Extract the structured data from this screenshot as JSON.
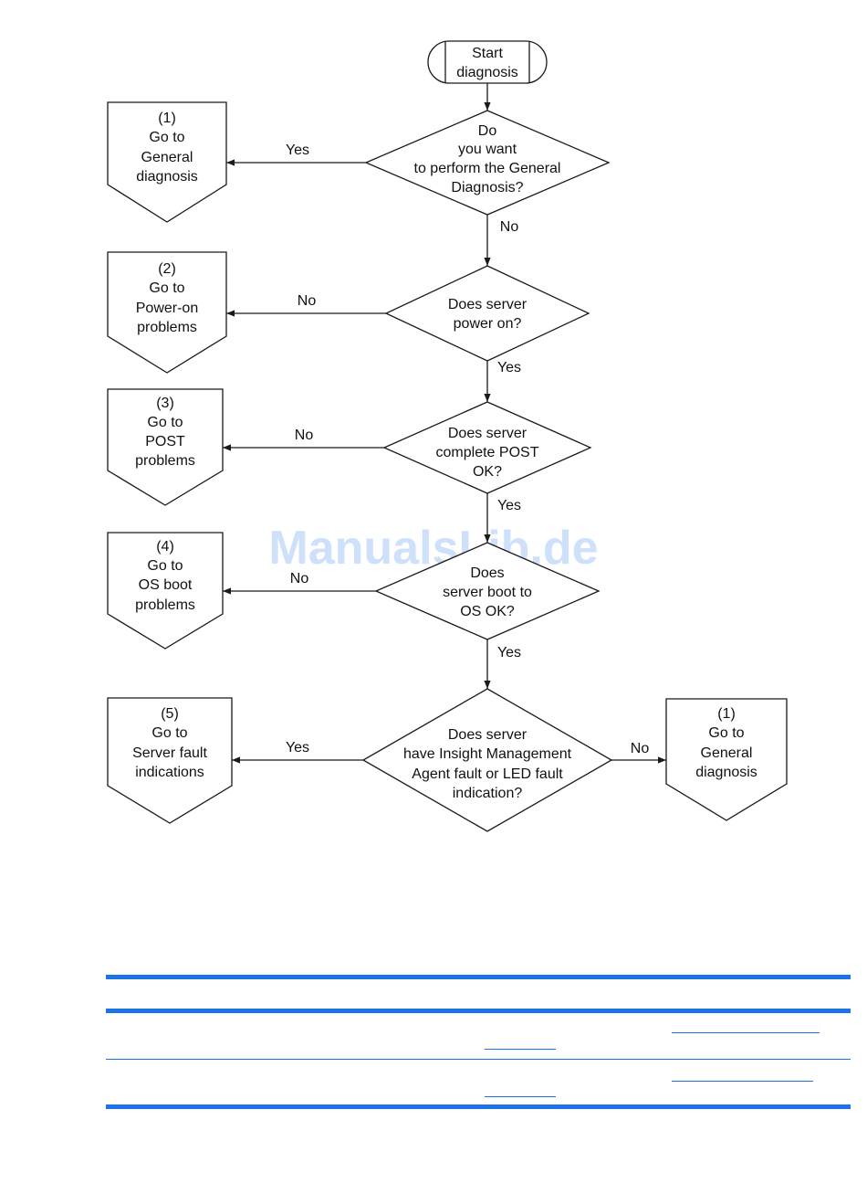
{
  "watermark": "ManualsLib.de",
  "flowchart": {
    "start": [
      "Start",
      "diagnosis"
    ],
    "decisions": [
      {
        "lines": [
          "Do",
          "you want",
          "to perform the General",
          "Diagnosis?"
        ]
      },
      {
        "lines": [
          "Does server",
          "power on?"
        ]
      },
      {
        "lines": [
          "Does server",
          "complete POST",
          "OK?"
        ]
      },
      {
        "lines": [
          "Does",
          "server boot to",
          "OS OK?"
        ]
      },
      {
        "lines": [
          "Does server",
          "have Insight Management",
          "Agent fault or LED fault",
          "indication?"
        ]
      }
    ],
    "offpage": [
      {
        "lines": [
          "(1)",
          "Go to",
          "General",
          "diagnosis"
        ]
      },
      {
        "lines": [
          "(2)",
          "Go to",
          "Power-on",
          "problems"
        ]
      },
      {
        "lines": [
          "(3)",
          "Go to",
          "POST",
          "problems"
        ]
      },
      {
        "lines": [
          "(4)",
          "Go to",
          "OS boot",
          "problems"
        ]
      },
      {
        "lines": [
          "(5)",
          "Go to",
          "Server fault",
          "indications"
        ]
      },
      {
        "lines": [
          "(1)",
          "Go to",
          "General",
          "diagnosis"
        ]
      }
    ],
    "edge_labels": {
      "d1_left": "Yes",
      "d1_down": "No",
      "d2_left": "No",
      "d2_down": "Yes",
      "d3_left": "No",
      "d3_down": "Yes",
      "d4_left": "No",
      "d4_down": "Yes",
      "d5_left": "Yes",
      "d5_right": "No"
    }
  },
  "colors": {
    "table_rule": "#1c72e6",
    "watermark": "#cfe0fa"
  }
}
